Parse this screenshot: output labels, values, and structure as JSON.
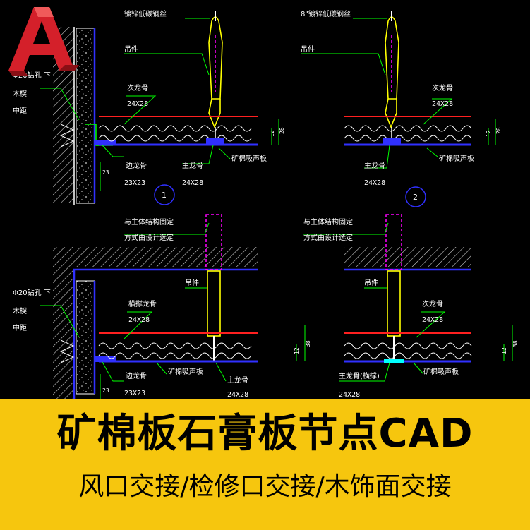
{
  "detail1": {
    "hanger_label": "镀锌低碳钢丝",
    "fitting_label": "吊件",
    "wall_anchor_line1": "Φ20钻孔 下",
    "wall_anchor_line2": "木楔",
    "wall_anchor_line3": "中距",
    "secondary_keel_label": "次龙骨",
    "secondary_keel_size": "24X28",
    "edge_keel_label": "边龙骨",
    "edge_keel_size": "23X23",
    "edge_dim": "23",
    "main_keel_label": "主龙骨",
    "main_keel_size": "24X28",
    "panel_label": "矿棉吸声板",
    "dim_a": "12",
    "dim_b": "28",
    "number": "1"
  },
  "detail2": {
    "hanger_label": "8\"镀锌低碳钢丝",
    "fitting_label": "吊件",
    "secondary_keel_label": "次龙骨",
    "secondary_keel_size": "24X28",
    "main_keel_label": "主龙骨",
    "main_keel_size": "24X28",
    "panel_label": "矿棉吸声板",
    "dim_a": "12",
    "dim_b": "28",
    "number": "2"
  },
  "detail3": {
    "fix_line1": "与主体结构固定",
    "fix_line2": "方式由设计选定",
    "fitting_label": "吊件",
    "wall_anchor_line1": "Φ20钻孔 下",
    "wall_anchor_line2": "木楔",
    "wall_anchor_line3": "中距",
    "crossing_keel_label": "横撑龙骨",
    "crossing_keel_size": "24X28",
    "edge_keel_label": "边龙骨",
    "edge_keel_size": "23X23",
    "edge_dim": "23",
    "panel_label": "矿棉吸声板",
    "main_keel_label": "主龙骨",
    "main_keel_size": "24X28",
    "dim_a": "12",
    "dim_b": "38"
  },
  "detail4": {
    "fix_line1": "与主体结构固定",
    "fix_line2": "方式由设计选定",
    "fitting_label": "吊件",
    "secondary_keel_label": "次龙骨",
    "secondary_keel_size": "24X28",
    "main_keel_label": "主龙骨(横撑)",
    "main_keel_size": "24X28",
    "panel_label": "矿棉吸声板",
    "dim_a": "12",
    "dim_b": "38"
  },
  "banner": {
    "title": "矿棉板石膏板节点CAD",
    "subtitle": "风口交接/检修口交接/木饰面交接"
  },
  "colors": {
    "banner": "#f6c60e",
    "logo_red": "#d4202a",
    "cad_red": "#ff2020",
    "cad_yellow": "#ffff00",
    "cad_green": "#00ff00",
    "cad_blue": "#3030ff",
    "cad_magenta": "#ff00ff"
  },
  "logo": {
    "icon": "autocad-logo-icon"
  }
}
